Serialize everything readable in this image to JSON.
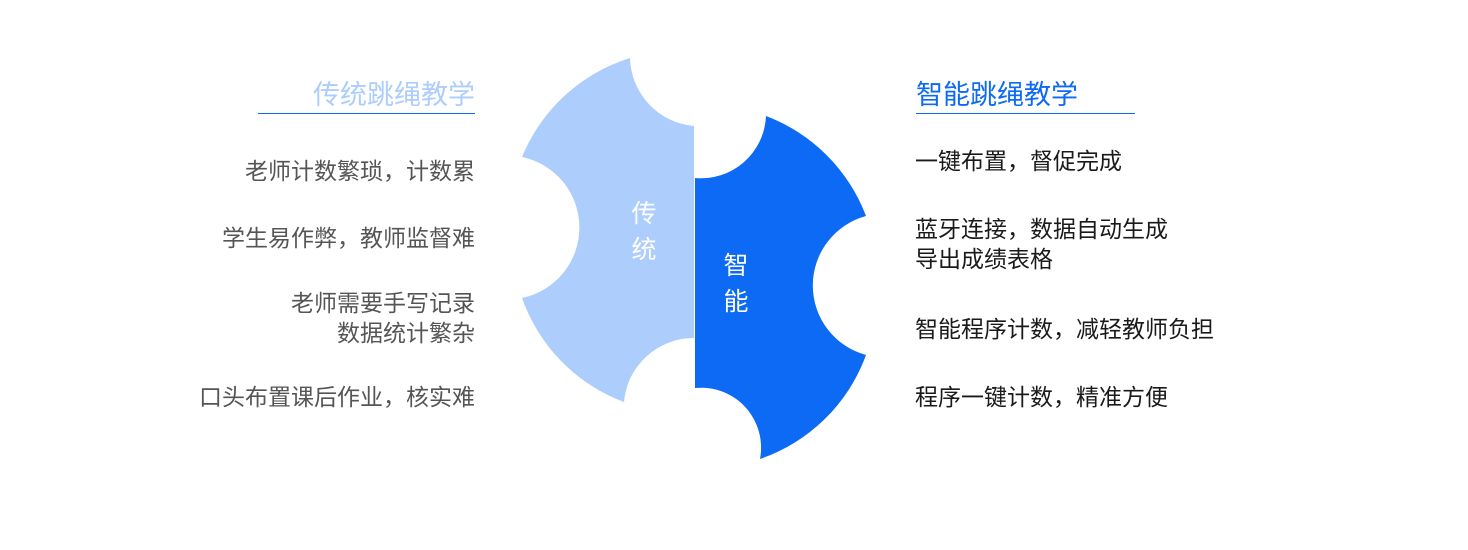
{
  "traditional": {
    "title": "传统跳绳教学",
    "center_label": "传\n统",
    "color": "#adcdfc",
    "items": [
      "老师计数繁琐，计数累",
      "学生易作弊，教师监督难",
      "老师需要手写记录\n数据统计繁杂",
      "口头布置课后作业，核实难"
    ]
  },
  "smart": {
    "title": "智能跳绳教学",
    "center_label": "智\n能",
    "color": "#0c6af5",
    "items": [
      "一键布置，督促完成",
      "蓝牙连接，数据自动生成\n导出成绩表格",
      "智能程序计数，减轻教师负担",
      "程序一键计数，精准方便"
    ]
  }
}
